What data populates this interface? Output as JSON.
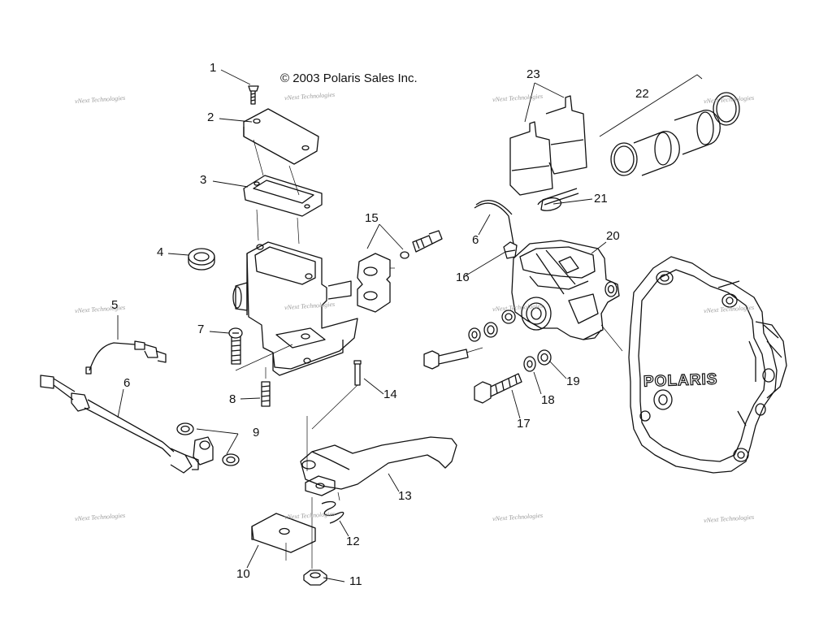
{
  "copyright": "© 2003 Polaris Sales Inc.",
  "watermark": "vNext Technologies",
  "logo_text": "POLARIS",
  "callouts": [
    "1",
    "2",
    "3",
    "4",
    "5",
    "6",
    "6",
    "7",
    "8",
    "9",
    "10",
    "11",
    "12",
    "13",
    "14",
    "15",
    "16",
    "17",
    "18",
    "19",
    "20",
    "21",
    "22",
    "23"
  ]
}
